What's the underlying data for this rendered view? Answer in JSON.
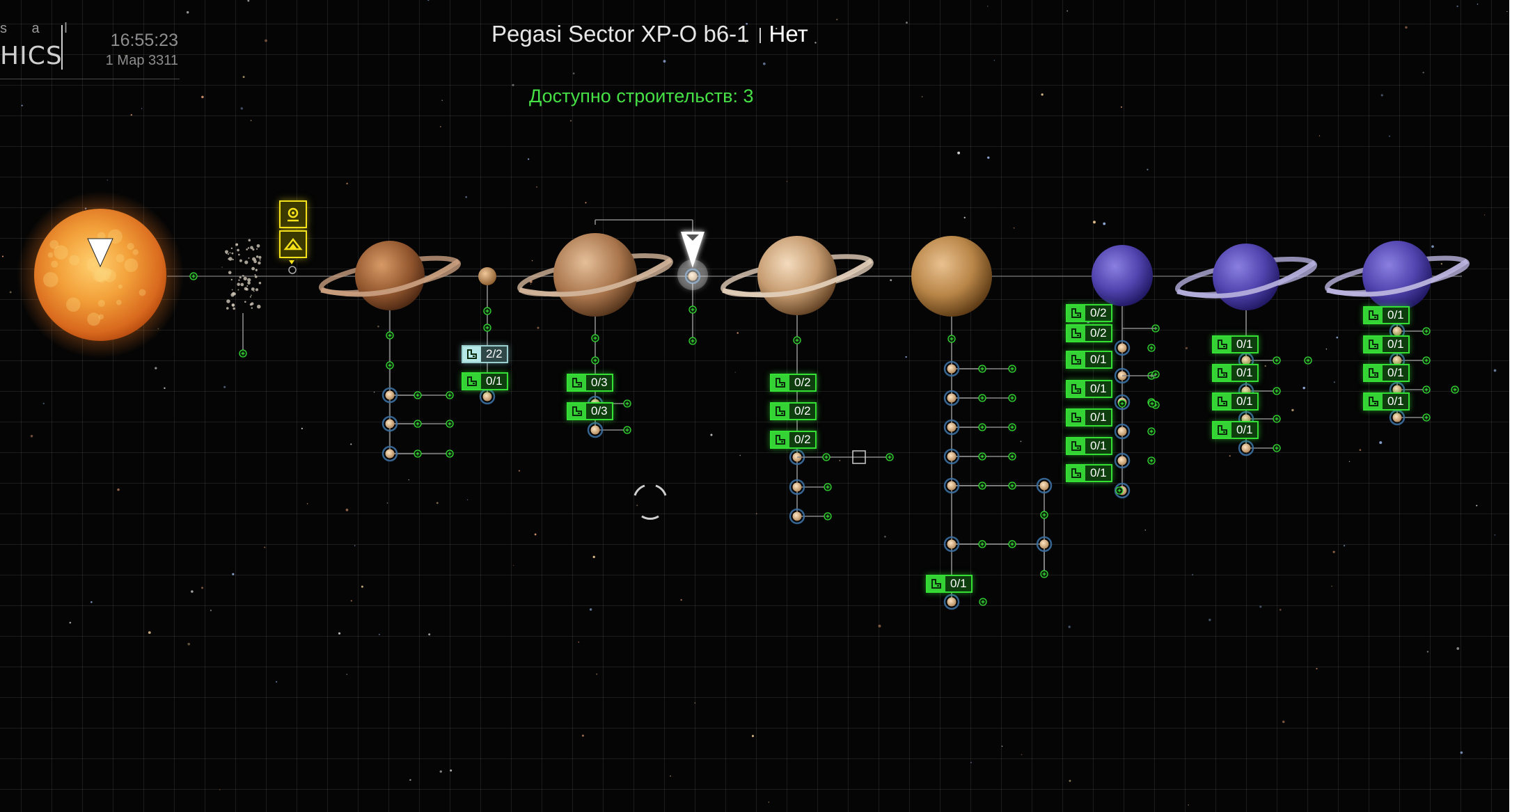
{
  "header": {
    "logo_fragment": "s a l",
    "logo_text": "HICS",
    "time": "16:55:23",
    "date": "1 Мар 3311"
  },
  "system": {
    "name": "Pegasi Sector XP-O b6-1",
    "owner": "Нет",
    "constructions_available": "Доступно строительств: 3"
  },
  "colors": {
    "slot_green": "#35e035",
    "slot_full": "#9ad0d0",
    "poi_yellow": "#f5e21a",
    "star_orange": "#f0902a",
    "gas_tan": "#c9a27a",
    "gas_purple": "#5a4fb8"
  },
  "bodies": [
    {
      "id": "star",
      "type": "star",
      "icon": "arrival-marker-icon"
    },
    {
      "id": "belt",
      "type": "asteroid-belt"
    },
    {
      "id": "planet-1",
      "type": "ringed-gas-giant",
      "slots": []
    },
    {
      "id": "planet-2",
      "type": "small-planet",
      "slots": [
        {
          "label": "2/2",
          "full": true
        },
        {
          "label": "0/1"
        }
      ]
    },
    {
      "id": "planet-3",
      "type": "ringed-gas-giant",
      "slots": [
        {
          "label": "0/3"
        },
        {
          "label": "0/3"
        }
      ]
    },
    {
      "id": "station",
      "type": "current-location-marker",
      "icon": "location-pin-icon"
    },
    {
      "id": "planet-4",
      "type": "ringed-gas-giant",
      "slots": [
        {
          "label": "0/2"
        },
        {
          "label": "0/2"
        },
        {
          "label": "0/2"
        }
      ]
    },
    {
      "id": "planet-5",
      "type": "gas-giant",
      "slots": [
        {
          "label": "0/1"
        }
      ]
    },
    {
      "id": "planet-6",
      "type": "gas-giant",
      "slots": [
        {
          "label": "0/2"
        },
        {
          "label": "0/2"
        },
        {
          "label": "0/1"
        },
        {
          "label": "0/1"
        },
        {
          "label": "0/1"
        },
        {
          "label": "0/1"
        },
        {
          "label": "0/1"
        }
      ]
    },
    {
      "id": "planet-7",
      "type": "ringed-gas-giant",
      "slots": [
        {
          "label": "0/1"
        },
        {
          "label": "0/1"
        },
        {
          "label": "0/1"
        },
        {
          "label": "0/1"
        }
      ]
    },
    {
      "id": "planet-8",
      "type": "ringed-gas-giant",
      "slots": [
        {
          "label": "0/1"
        },
        {
          "label": "0/1"
        },
        {
          "label": "0/1"
        },
        {
          "label": "0/1"
        }
      ]
    }
  ],
  "poi": {
    "icons": [
      "signal-source-icon",
      "installation-icon"
    ]
  }
}
